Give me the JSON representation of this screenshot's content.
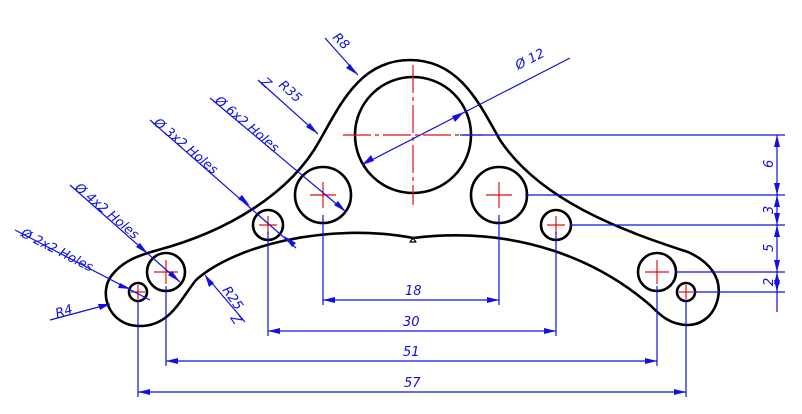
{
  "colors": {
    "outline": "#000000",
    "dimension": "#1010e0",
    "centerline": "#e01010",
    "background": "#ffffff"
  },
  "annotations": {
    "r8": "R8",
    "r35": "R35",
    "r25": "R25",
    "r4": "R4",
    "dia12": "Ø 12",
    "holes6": "Ø 6x2 Holes",
    "holes3": "Ø 3x2 Holes",
    "holes4": "Ø 4x2 Holes",
    "holes2": "Ø 2x2 Holes"
  },
  "dimensions": {
    "horizontal": [
      "18",
      "30",
      "51",
      "57"
    ],
    "vertical": [
      "6",
      "3",
      "5",
      "2"
    ]
  }
}
